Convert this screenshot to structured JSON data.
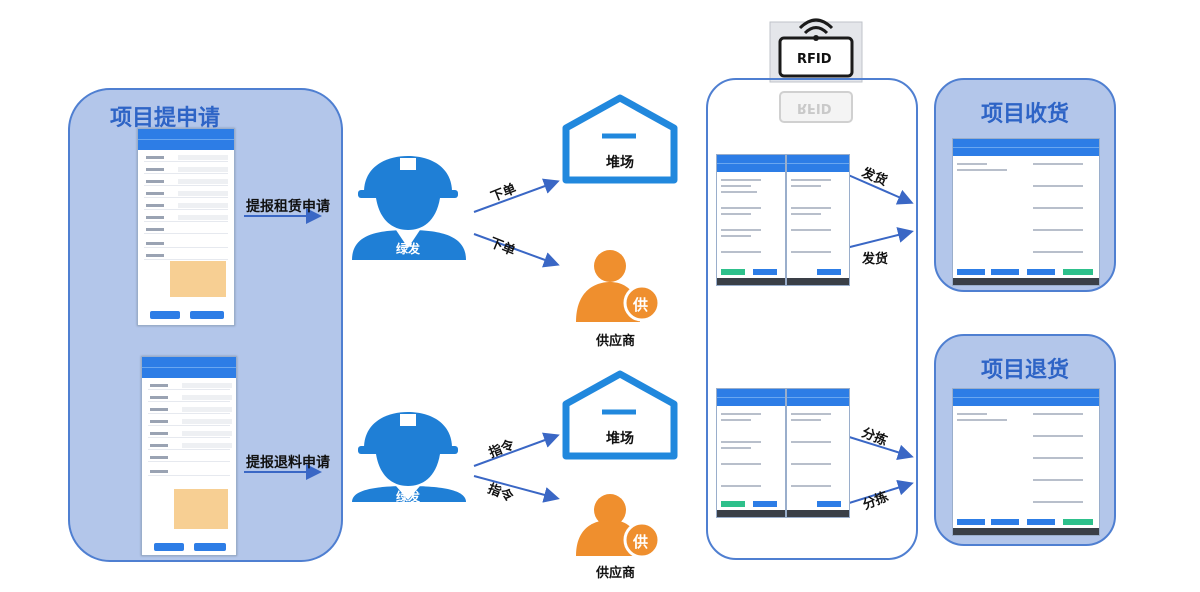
{
  "left_panel": {
    "title": "项目提申请"
  },
  "flows": {
    "rent_apply": "提报租赁申请",
    "return_apply": "提报退料申请"
  },
  "workers": {
    "top_label": "绿发",
    "bottom_label": "绿发"
  },
  "arrows": {
    "order1": "下单",
    "order2": "下单",
    "cmd1": "指令",
    "cmd2": "指令",
    "ship1": "发货",
    "ship2": "发货",
    "sort1": "分拣",
    "sort2": "分拣"
  },
  "nodes": {
    "yard_top": "堆场",
    "supplier_top": "供应商",
    "supplier_top_badge": "供",
    "yard_bottom": "堆场",
    "supplier_bottom": "供应商",
    "supplier_bottom_badge": "供"
  },
  "rfid": {
    "label": "RFID",
    "reflection": "RFID"
  },
  "receive_panel": {
    "title": "项目收货"
  },
  "return_panel": {
    "title": "项目退货"
  },
  "colors": {
    "panel_fill": "#b3c6ea",
    "panel_border": "#4f7fd1",
    "title_blue": "#2e64c6",
    "worker_blue": "#1f7fd6",
    "supplier_orange": "#ef8f2e",
    "arrow_blue": "#3a67c5",
    "app_blue": "#2d7de6"
  },
  "icons": [
    "hard-hat-worker-icon",
    "warehouse-icon",
    "supplier-person-icon",
    "rfid-reader-icon",
    "wifi-signal-icon"
  ]
}
